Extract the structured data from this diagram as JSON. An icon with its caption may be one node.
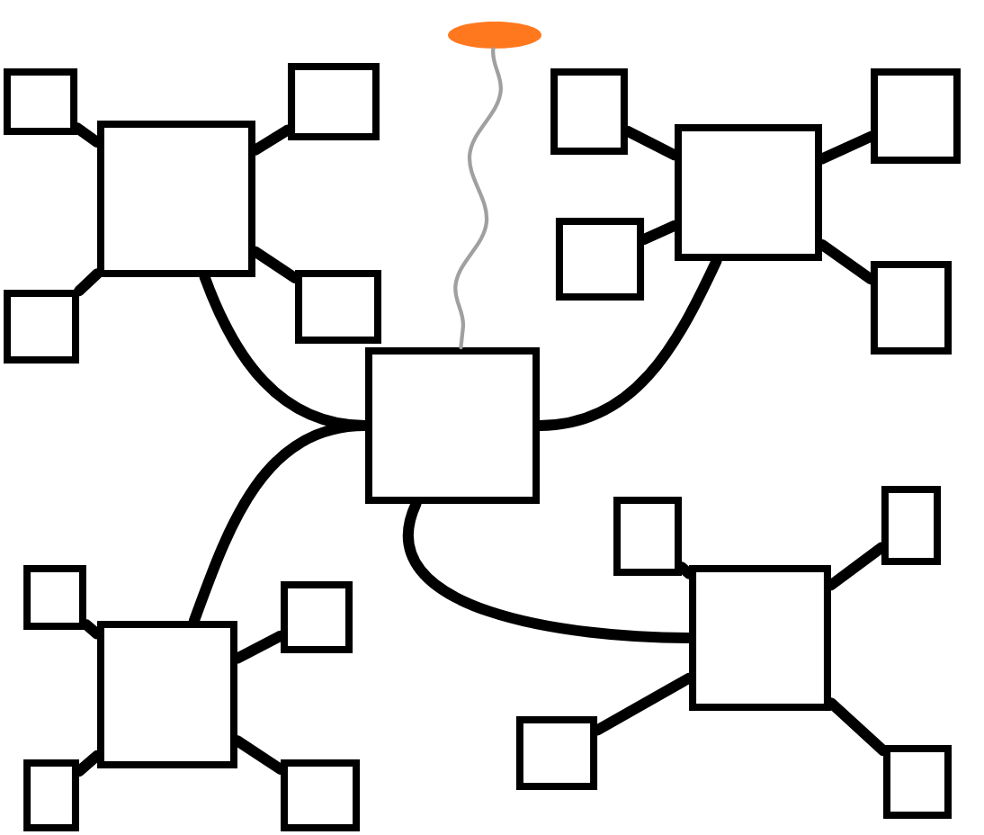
{
  "diagram": {
    "nodes": [
      {
        "text": [],
        "shape": "ellipse"
      },
      {
        "text": [],
        "shape": "box"
      },
      {
        "text": [],
        "shape": "box"
      },
      {
        "text": [],
        "shape": "box"
      },
      {
        "text": [],
        "shape": "box"
      },
      {
        "text": [],
        "shape": "box"
      },
      {
        "text": [],
        "shape": "box"
      },
      {
        "text": [],
        "shape": "box"
      },
      {
        "text": [],
        "shape": "box"
      },
      {
        "text": [],
        "shape": "box"
      },
      {
        "text": [],
        "shape": "box"
      },
      {
        "text": [],
        "shape": "box"
      },
      {
        "text": [],
        "shape": "box"
      },
      {
        "text": [],
        "shape": "box"
      },
      {
        "text": [],
        "shape": "box"
      },
      {
        "text": [],
        "shape": "box"
      },
      {
        "text": [],
        "shape": "box"
      },
      {
        "text": [],
        "shape": "box"
      },
      {
        "text": [],
        "shape": "box"
      },
      {
        "text": [],
        "shape": "box"
      },
      {
        "text": [],
        "shape": "box"
      },
      {
        "text": [],
        "shape": "box"
      }
    ],
    "edges": [
      {
        "from": 5,
        "to": 2,
        "arrow": "none"
      },
      {
        "from": 5,
        "to": 1,
        "arrow": "none"
      },
      {
        "from": 5,
        "to": 10,
        "arrow": "none"
      },
      {
        "from": 5,
        "to": 9,
        "arrow": "none"
      },
      {
        "from": 6,
        "to": 3,
        "arrow": "none"
      },
      {
        "from": 6,
        "to": 4,
        "arrow": "none"
      },
      {
        "from": 6,
        "to": 7,
        "arrow": "none"
      },
      {
        "from": 6,
        "to": 8,
        "arrow": "none"
      },
      {
        "from": 17,
        "to": 14,
        "arrow": "none"
      },
      {
        "from": 17,
        "to": 16,
        "arrow": "none"
      },
      {
        "from": 17,
        "to": 20,
        "arrow": "none"
      },
      {
        "from": 17,
        "to": 21,
        "arrow": "none"
      },
      {
        "from": 15,
        "to": 13,
        "arrow": "none"
      },
      {
        "from": 15,
        "to": 12,
        "arrow": "none"
      },
      {
        "from": 15,
        "to": 18,
        "arrow": "none"
      },
      {
        "from": 15,
        "to": 19,
        "arrow": "none"
      },
      {
        "from": 11,
        "to": 5,
        "arrow": "none"
      },
      {
        "from": 11,
        "to": 6,
        "arrow": "none"
      },
      {
        "from": 11,
        "to": 17,
        "arrow": "none"
      },
      {
        "from": 11,
        "to": 15,
        "arrow": "none"
      },
      {
        "from": 0,
        "to": 11,
        "arrow": "none",
        "color": "#a0a0a0"
      }
    ]
  }
}
